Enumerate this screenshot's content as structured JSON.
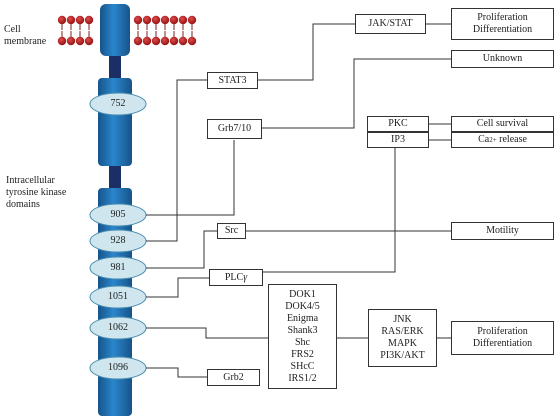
{
  "labels": {
    "cell_membrane": [
      "Cell",
      "membrane"
    ],
    "intracellular": [
      "Intracellular",
      "tyrosine kinase",
      "domains"
    ]
  },
  "sites": [
    "752",
    "905",
    "928",
    "981",
    "1051",
    "1062",
    "1096"
  ],
  "boxes": {
    "jak_stat": "JAK/STAT",
    "prolif_diff_top": [
      "Proliferation",
      "Differentiation"
    ],
    "unknown": "Unknown",
    "stat3": "STAT3",
    "grb7_10": "Grb7/10",
    "pkc": "PKC",
    "ip3": "IP3",
    "cell_survival": "Cell survival",
    "ca_release": {
      "base": "Ca",
      "sup": "2+",
      "rest": " release"
    },
    "src": "Src",
    "motility": "Motility",
    "plc_gamma": {
      "base": "PLC",
      "greek": "γ"
    },
    "adaptors": [
      "DOK1",
      "DOK4/5",
      "Enigma",
      "Shank3",
      "Shc",
      "FRS2",
      "SHcC",
      "IRS1/2"
    ],
    "kinases": [
      "JNK",
      "RAS/ERK",
      "MAPK",
      "PI3K/AKT"
    ],
    "prolif_diff_bottom": [
      "Proliferation",
      "Differentiation"
    ],
    "grb2": "Grb2"
  },
  "colors": {
    "receptor": "#1f6fb5",
    "receptor_dark": "#17538a",
    "linker": "#1b2f66",
    "lipid_head": "#b01616",
    "oval": "#cfe6ef"
  }
}
